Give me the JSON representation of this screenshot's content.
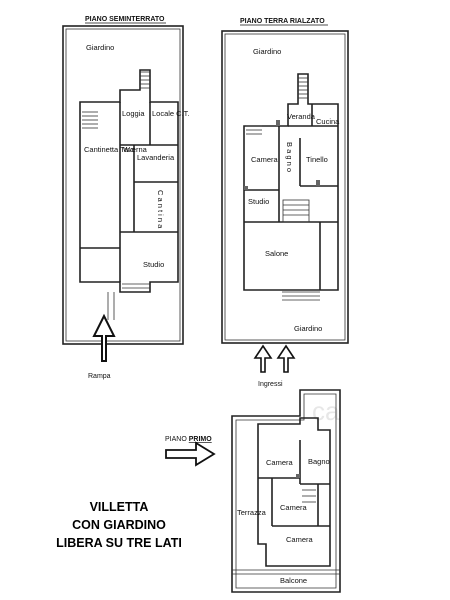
{
  "floors": {
    "basement": {
      "label": "PIANO SEMINTERRATO",
      "rooms": [
        "Giardino",
        "Loggia",
        "Locale C.T.",
        "Cantinetta Taverna",
        "Wc",
        "Lavanderia",
        "C a n t i n a",
        "Studio"
      ]
    },
    "ground": {
      "label": "PIANO TERRA RIALZATO",
      "rooms": [
        "Giardino",
        "Veranda",
        "Cucina",
        "Camera",
        "B a g n o",
        "Tinello",
        "Studio",
        "Salone",
        "Giardino"
      ]
    },
    "first": {
      "label_prefix": "PIANO",
      "label_bold": "PRIMO",
      "rooms": [
        "Camera",
        "Bagno",
        "Camera",
        "Terrazza",
        "Camera",
        "Balcone"
      ]
    }
  },
  "annotations": {
    "rampa": "Rampa",
    "ingressi": "Ingressi",
    "watermark": "ca"
  },
  "headline": {
    "line1": "VILLETTA",
    "line2": "CON GIARDINO",
    "line3": "LIBERA SU TRE LATI"
  },
  "icons": {
    "entry_arrow": "arrow-up-outline",
    "pointer_arrow": "arrow-right-outline"
  }
}
